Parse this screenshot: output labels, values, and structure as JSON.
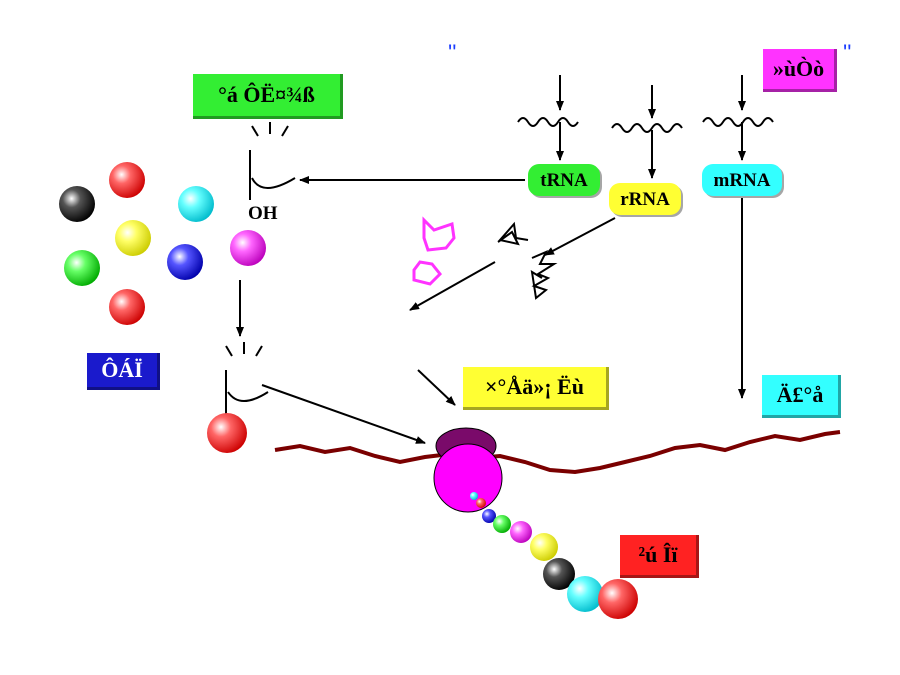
{
  "labels": {
    "top_left_box": "°á ÔË¤¾ß",
    "gene_box": "»ùÒò",
    "amino_box": "Ô­ÁÏ",
    "ribosome_box": "×°Åä»¡ Ëù",
    "template_box": "Ä£°å",
    "product_box": "²ú Îï",
    "oh": "OH",
    "tick_left": "''",
    "tick_right": "''"
  },
  "rna": {
    "trna": "tRNA",
    "rrna": "rRNA",
    "mrna": "mRNA"
  },
  "colors": {
    "green_box": "#33ee33",
    "magenta_box": "#ff33ff",
    "blue_box": "#1a1acc",
    "yellow_box": "#ffff33",
    "cyan_box": "#33ffff",
    "red_box": "#ff2222",
    "mrna_strand": "#7a0000",
    "ribosome_large": "#ff00ff",
    "ribosome_small": "#7a0a6a",
    "ball_colors": [
      "#000000",
      "#ff0000",
      "#00ffff",
      "#ffff00",
      "#0000ff",
      "#00ff00",
      "#ff00ff"
    ]
  }
}
